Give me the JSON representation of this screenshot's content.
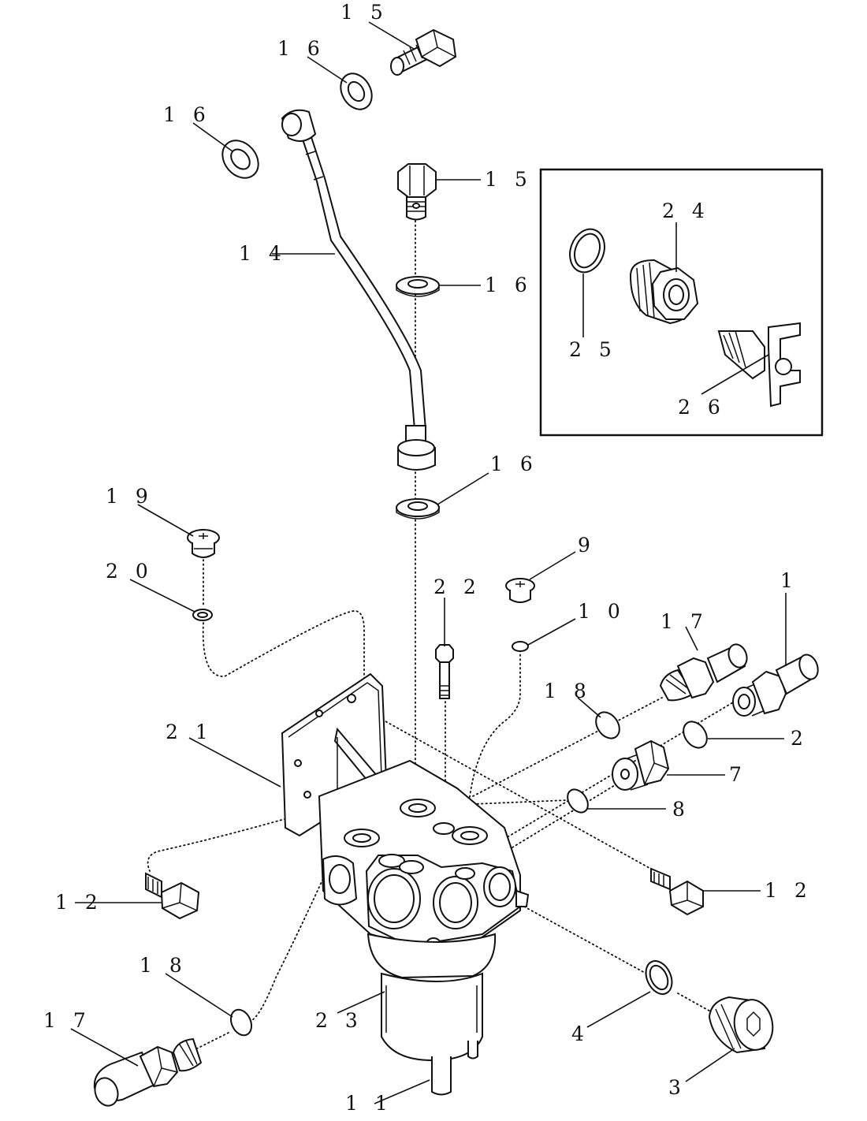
{
  "diagram": {
    "labels": [
      {
        "id": "l15a",
        "text": "1 5"
      },
      {
        "id": "l16a",
        "text": "1 6"
      },
      {
        "id": "l16b",
        "text": "1 6"
      },
      {
        "id": "l15b",
        "text": "1 5"
      },
      {
        "id": "l14",
        "text": "1 4"
      },
      {
        "id": "l16c",
        "text": "1 6"
      },
      {
        "id": "l16d",
        "text": "1 6"
      },
      {
        "id": "l24",
        "text": "2 4"
      },
      {
        "id": "l25",
        "text": "2 5"
      },
      {
        "id": "l26",
        "text": "2 6"
      },
      {
        "id": "l19",
        "text": "1 9"
      },
      {
        "id": "l20",
        "text": "2 0"
      },
      {
        "id": "l22",
        "text": "2 2"
      },
      {
        "id": "l9",
        "text": "9"
      },
      {
        "id": "l10",
        "text": "1 0"
      },
      {
        "id": "l17a",
        "text": "1 7"
      },
      {
        "id": "l1",
        "text": "1"
      },
      {
        "id": "l18a",
        "text": "1 8"
      },
      {
        "id": "l2",
        "text": "2"
      },
      {
        "id": "l21",
        "text": "2 1"
      },
      {
        "id": "l7",
        "text": "7"
      },
      {
        "id": "l8",
        "text": "8"
      },
      {
        "id": "l12a",
        "text": "1 2"
      },
      {
        "id": "l12b",
        "text": "1 2"
      },
      {
        "id": "l18b",
        "text": "1 8"
      },
      {
        "id": "l17b",
        "text": "1 7"
      },
      {
        "id": "l23",
        "text": "2 3"
      },
      {
        "id": "l4",
        "text": "4"
      },
      {
        "id": "l3",
        "text": "3"
      },
      {
        "id": "l11",
        "text": "1 1"
      }
    ]
  }
}
